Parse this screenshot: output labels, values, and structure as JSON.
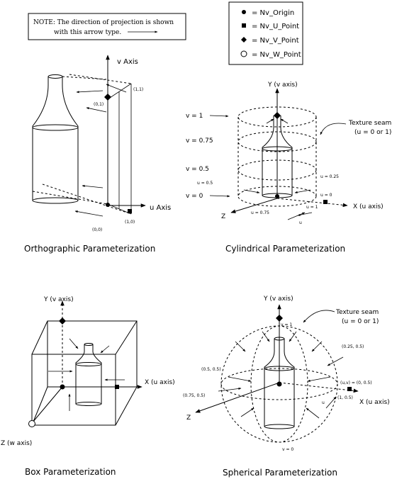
{
  "note": {
    "line1": "NOTE: The direction of projection is shown",
    "line2": "with this arrow type."
  },
  "legend": [
    {
      "symbol": "filled-circle",
      "label": "= Nv_Origin"
    },
    {
      "symbol": "filled-square",
      "label": "= Nv_U_Point"
    },
    {
      "symbol": "filled-diamond",
      "label": "= Nv_V_Point"
    },
    {
      "symbol": "open-circle",
      "label": "= Nv_W_Point"
    }
  ],
  "orthographic": {
    "caption": "Orthographic Parameterization",
    "v_axis": "v Axis",
    "u_axis": "u Axis",
    "p01": "(0,1)",
    "p11": "(1,1)",
    "p00": "(0,0)",
    "p10": "(1,0)"
  },
  "cylindrical": {
    "caption": "Cylindrical Parameterization",
    "y_axis": "Y (v axis)",
    "x_axis": "X (u axis)",
    "z_axis": "Z",
    "seam_line1": "Texture seam",
    "seam_line2": "(u = 0 or 1)",
    "v1": "v = 1",
    "v075": "v = 0.75",
    "v05": "v = 0.5",
    "v0": "v = 0",
    "u05": "u = 0.5",
    "u025": "u = 0.25",
    "u0": "u = 0",
    "u1": "u = 1",
    "u075": "u = 0.75",
    "u": "u"
  },
  "box": {
    "caption": "Box Parameterization",
    "y_axis": "Y (v axis)",
    "x_axis": "X (u axis)",
    "z_axis": "Z (w axis)"
  },
  "spherical": {
    "caption": "Spherical Parameterization",
    "y_axis": "Y (v axis)",
    "x_axis": "X (u axis)",
    "z_axis": "Z",
    "seam_line1": "Texture seam",
    "seam_line2": "(u = 0 or 1)",
    "v1": "v = 1",
    "v0": "v = 0",
    "p025": "(0.25, 0.5)",
    "p05": "(0.5, 0.5)",
    "p075": "(0.75, 0.5)",
    "puv": "(u,v) = (0, 0.5)",
    "p1": "(1, 0.5)",
    "u": "u"
  }
}
